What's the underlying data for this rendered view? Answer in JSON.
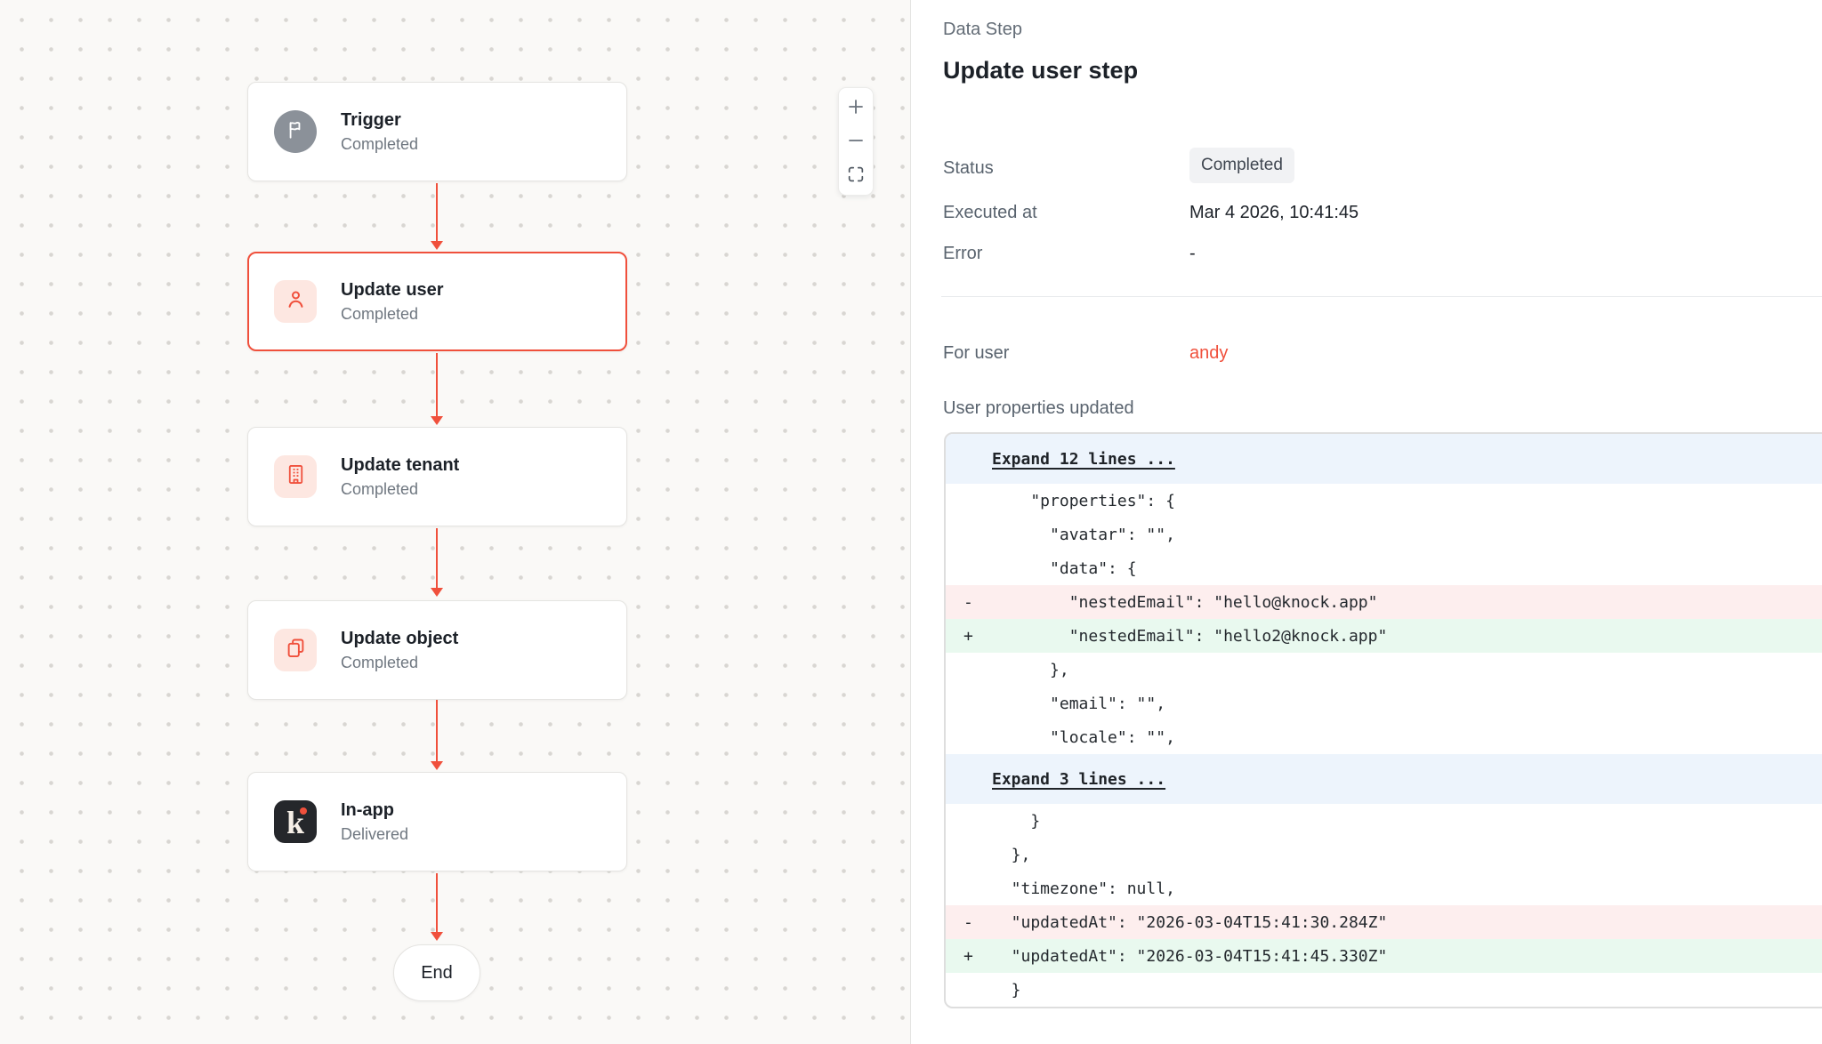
{
  "colors": {
    "accent": "#f0503c",
    "canvas_bg": "#faf9f7",
    "expand_row_bg": "#edf4fc",
    "deletion_row_bg": "#fdeeee",
    "addition_row_bg": "#e9f9ef",
    "trigger_icon_bg": "#8b9199",
    "knock_tile_bg": "#25272b"
  },
  "canvas": {
    "nodes": [
      {
        "title": "Trigger",
        "status": "Completed",
        "icon": "flag-icon"
      },
      {
        "title": "Update user",
        "status": "Completed",
        "icon": "user-icon",
        "selected": true
      },
      {
        "title": "Update tenant",
        "status": "Completed",
        "icon": "building-icon"
      },
      {
        "title": "Update object",
        "status": "Completed",
        "icon": "pages-icon"
      },
      {
        "title": "In-app",
        "status": "Delivered",
        "icon": "knock-icon",
        "knock_letter": "k"
      }
    ],
    "end_label": "End"
  },
  "panel": {
    "kicker": "Data Step",
    "title": "Update user step",
    "fields": [
      {
        "label": "Status",
        "value": "Completed"
      },
      {
        "label": "Executed at",
        "value": "Mar 4 2026, 10:41:45"
      },
      {
        "label": "Error",
        "value": "-"
      }
    ],
    "user_section": {
      "label": "For user",
      "value": "andy"
    },
    "diff_label": "User properties updated",
    "diff": {
      "lines": [
        {
          "type": "expand",
          "marker": "",
          "text": "Expand 12 lines ..."
        },
        {
          "type": "context",
          "marker": "",
          "text": "    \"properties\": {"
        },
        {
          "type": "context",
          "marker": "",
          "text": "      \"avatar\": \"\","
        },
        {
          "type": "context",
          "marker": "",
          "text": "      \"data\": {"
        },
        {
          "type": "deletion",
          "marker": "-",
          "text": "        \"nestedEmail\": \"hello@knock.app\""
        },
        {
          "type": "addition",
          "marker": "+",
          "text": "        \"nestedEmail\": \"hello2@knock.app\""
        },
        {
          "type": "context",
          "marker": "",
          "text": "      },"
        },
        {
          "type": "context",
          "marker": "",
          "text": "      \"email\": \"\","
        },
        {
          "type": "context",
          "marker": "",
          "text": "      \"locale\": \"\","
        },
        {
          "type": "expand",
          "marker": "",
          "text": "Expand 3 lines ..."
        },
        {
          "type": "context",
          "marker": "",
          "text": "    }"
        },
        {
          "type": "context",
          "marker": "",
          "text": "  },"
        },
        {
          "type": "context",
          "marker": "",
          "text": "  \"timezone\": null,"
        },
        {
          "type": "deletion",
          "marker": "-",
          "text": "  \"updatedAt\": \"2026-03-04T15:41:30.284Z\""
        },
        {
          "type": "addition",
          "marker": "+",
          "text": "  \"updatedAt\": \"2026-03-04T15:41:45.330Z\""
        },
        {
          "type": "context",
          "marker": "",
          "text": "  }"
        }
      ]
    }
  }
}
